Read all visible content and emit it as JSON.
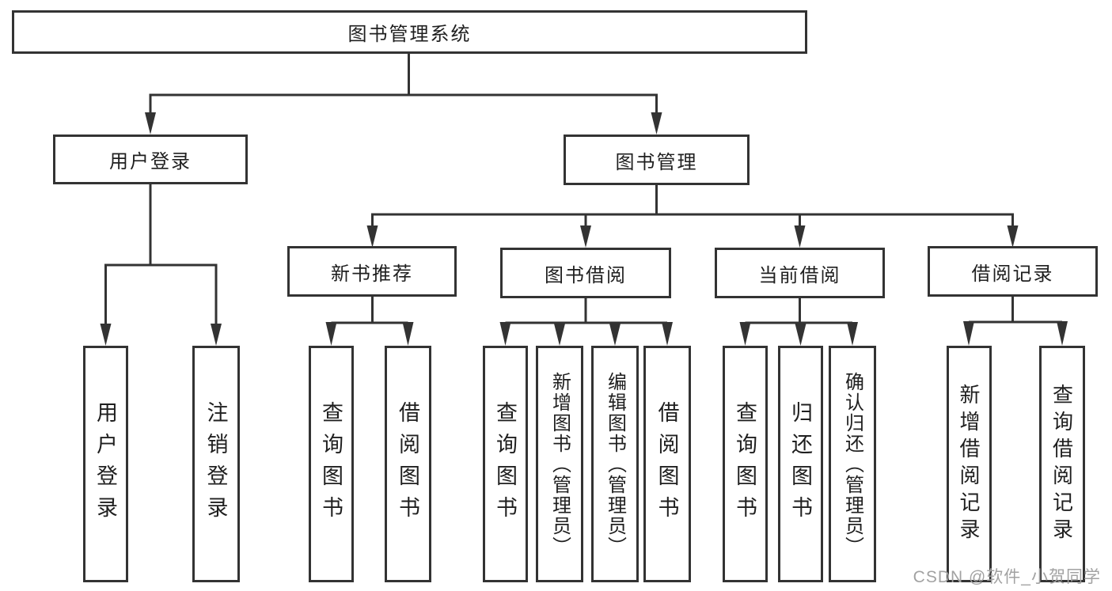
{
  "diagram": {
    "title": "图书管理系统",
    "root": {
      "label": "图书管理系统"
    },
    "level2": [
      {
        "label": "用户登录"
      },
      {
        "label": "图书管理"
      }
    ],
    "level3": [
      {
        "label": "新书推荐"
      },
      {
        "label": "图书借阅"
      },
      {
        "label": "当前借阅"
      },
      {
        "label": "借阅记录"
      }
    ],
    "leaves": {
      "user_login": [
        {
          "label": "用户登录"
        },
        {
          "label": "注销登录"
        }
      ],
      "new_books": [
        {
          "label": "查询图书"
        },
        {
          "label": "借阅图书"
        }
      ],
      "book_borrow": [
        {
          "label": "查询图书"
        },
        {
          "label": "新增图书（管理员）"
        },
        {
          "label": "编辑图书（管理员）"
        },
        {
          "label": "借阅图书"
        }
      ],
      "current_borrow": [
        {
          "label": "查询图书"
        },
        {
          "label": "归还图书"
        },
        {
          "label": "确认归还（管理员）"
        }
      ],
      "borrow_records": [
        {
          "label": "新增借阅记录"
        },
        {
          "label": "查询借阅记录"
        }
      ]
    },
    "watermark": "CSDN @软件_小贺同学",
    "colors": {
      "line": "#333333",
      "border": "#333333",
      "text": "#1f1f1f",
      "watermark": "#a2a2a2",
      "background": "#ffffff"
    }
  }
}
